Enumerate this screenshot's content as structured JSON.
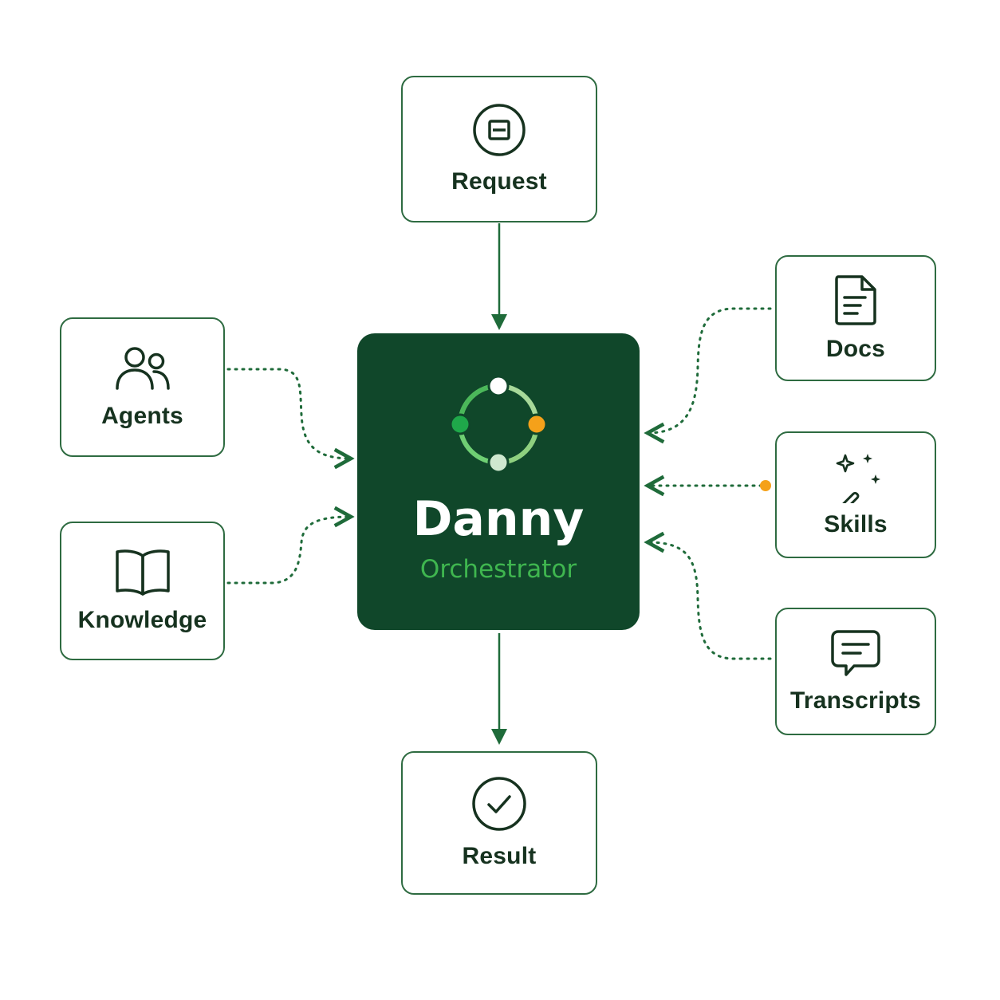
{
  "orchestrator": {
    "title": "Danny",
    "subtitle": "Orchestrator"
  },
  "nodes": {
    "request": {
      "label": "Request",
      "icon": "input-box-icon"
    },
    "result": {
      "label": "Result",
      "icon": "check-circle-icon"
    },
    "agents": {
      "label": "Agents",
      "icon": "users-icon"
    },
    "knowledge": {
      "label": "Knowledge",
      "icon": "book-icon"
    },
    "docs": {
      "label": "Docs",
      "icon": "document-icon"
    },
    "skills": {
      "label": "Skills",
      "icon": "magic-wand-icon"
    },
    "transcripts": {
      "label": "Transcripts",
      "icon": "chat-bubble-icon"
    }
  },
  "colors": {
    "brand_dark_green": "#10472a",
    "accent_green": "#3fb64f",
    "border_green": "#2e6b41",
    "connector_green": "#1f6b3a",
    "accent_orange": "#f5a11a"
  }
}
